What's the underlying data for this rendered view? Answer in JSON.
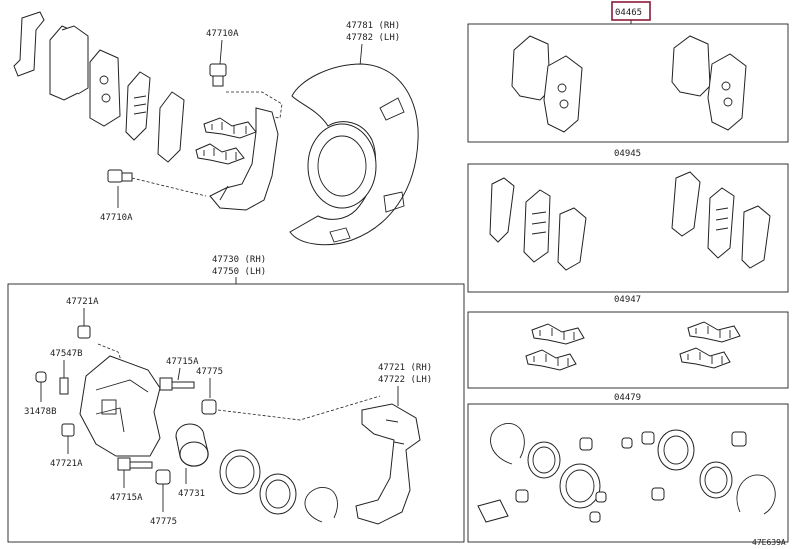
{
  "labels": {
    "pin_bolt_top": "47710A",
    "dust_cover_rh": "47781 (RH)",
    "dust_cover_lh": "47782 (LH)",
    "pin_bolt_bottom": "47710A",
    "caliper_rh": "47730 (RH)",
    "caliper_lh": "47750 (LH)",
    "bushing_top": "47721A",
    "bleeder": "47547B",
    "cap": "31478B",
    "bushing_bottom": "47721A",
    "slide_pin_upper": "47715A",
    "boot_upper": "47775",
    "slide_pin_lower": "47715A",
    "piston": "47731",
    "boot_lower": "47775",
    "bushing_rh": "47721 (RH)",
    "bushing_lh": "47722 (LH)",
    "kit_pads": "04465",
    "kit_shims": "04945",
    "kit_clips": "04947",
    "kit_seals": "04479",
    "diagram_code": "47E639A"
  }
}
